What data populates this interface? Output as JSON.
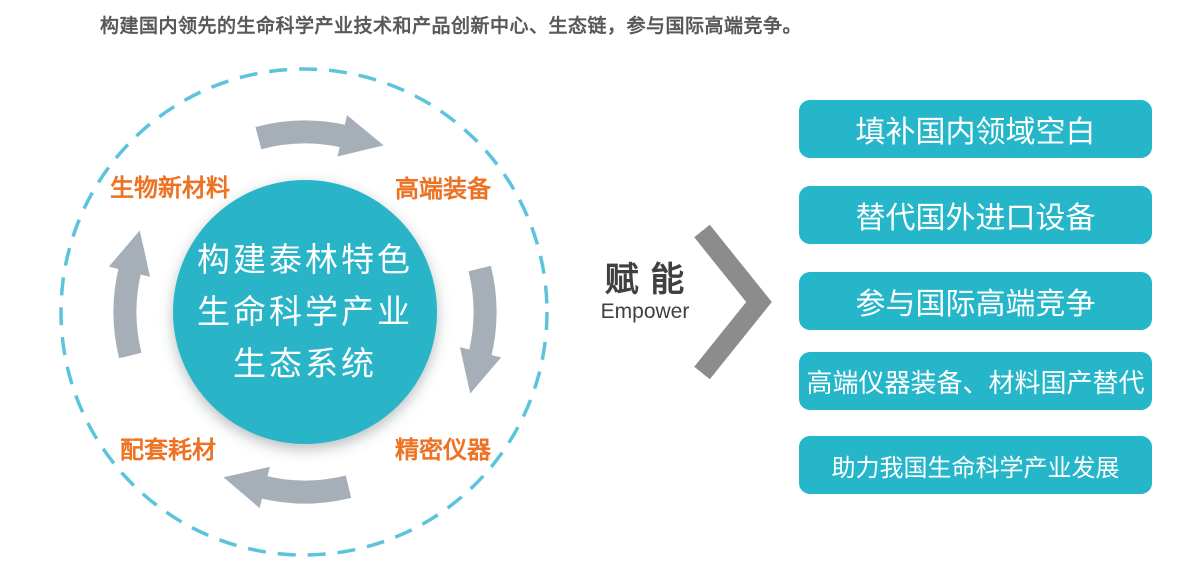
{
  "title": "构建国内领先的生命科学产业技术和产品创新中心、生态链，参与国际高端竞争。",
  "diagram": {
    "center_circle": {
      "lines": [
        "构建泰林特色",
        "生命科学产业",
        "生态系统"
      ]
    },
    "quadrant_labels": [
      {
        "label": "生物新材料",
        "position": "top-left"
      },
      {
        "label": "高端装备",
        "position": "top-right"
      },
      {
        "label": "配套耗材",
        "position": "bottom-left"
      },
      {
        "label": "精密仪器",
        "position": "bottom-right"
      }
    ],
    "rotation_arrows": [
      "top-clockwise",
      "right-clockwise",
      "bottom-clockwise",
      "left-clockwise"
    ]
  },
  "empower": {
    "title": "赋 能",
    "subtitle": "Empower"
  },
  "right_panel": {
    "items": [
      "填补国内领域空白",
      "替代国外进口设备",
      "参与国际高端竞争",
      "高端仪器装备、材料国产替代",
      "助力我国生命科学产业发展"
    ]
  },
  "colors": {
    "teal": "#29b4c8",
    "box_teal": "#26b6ca",
    "ring_blue": "#5bc3dc",
    "orange": "#ed7224",
    "arrow_gray": "#a6aeb8",
    "chevron_gray": "#8c8c8c",
    "title_gray": "#595959",
    "dark_text": "#404040"
  }
}
